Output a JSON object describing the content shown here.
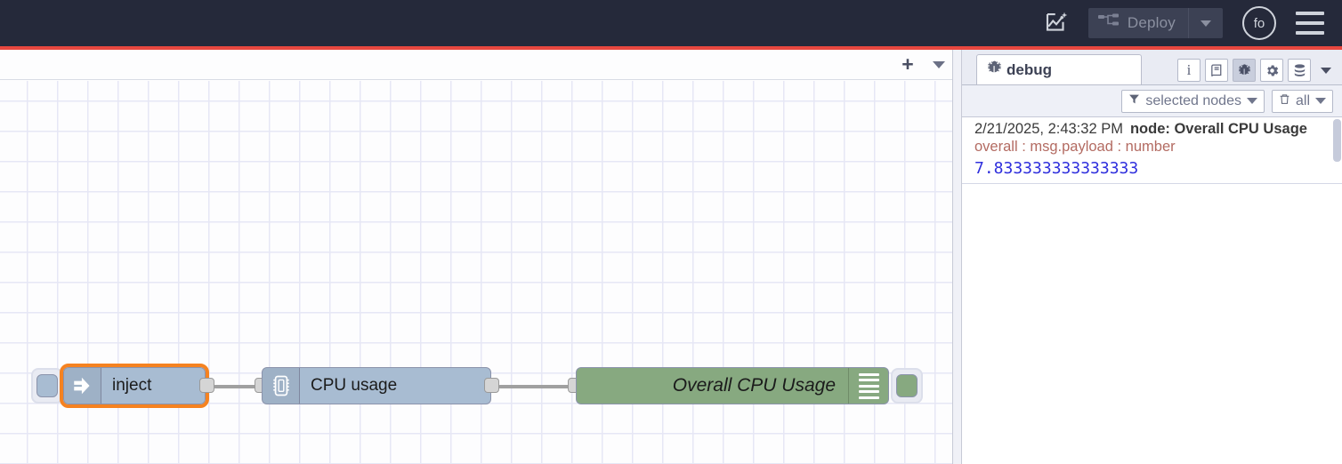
{
  "header": {
    "flow_gen_icon": "flow-sparkle-icon",
    "deploy_label": "Deploy",
    "deploy_icon": "deploy-nodes-icon",
    "user_initials": "fo",
    "menu_icon": "hamburger-menu-icon"
  },
  "canvas": {
    "add_tab_icon": "plus-icon",
    "tab_menu_icon": "chevron-down-icon",
    "nodes": [
      {
        "id": "inject",
        "label": "inject",
        "icon": "inject-arrow-icon",
        "color": "#a8bcd2",
        "selected": true,
        "button": "inject-trigger-button"
      },
      {
        "id": "cpu",
        "label": "CPU usage",
        "icon": "cpu-chip-icon",
        "color": "#a8bcd2",
        "selected": false
      },
      {
        "id": "debug",
        "label": "Overall CPU Usage",
        "icon": "debug-lines-icon",
        "color": "#87a980",
        "selected": false,
        "button": "debug-enable-button"
      }
    ]
  },
  "sidebar": {
    "tab": {
      "label": "debug",
      "icon": "bug-icon"
    },
    "tab_icons": [
      {
        "name": "info-icon",
        "glyph": "i",
        "active": false
      },
      {
        "name": "help-book-icon",
        "glyph": "book",
        "active": false
      },
      {
        "name": "debug-bug-icon",
        "glyph": "bug",
        "active": true
      },
      {
        "name": "config-gear-icon",
        "glyph": "gear",
        "active": false
      },
      {
        "name": "context-data-icon",
        "glyph": "stack",
        "active": false
      }
    ],
    "tabs_more_icon": "chevron-down-icon",
    "toolbar": {
      "filter_icon": "funnel-icon",
      "filter_label": "selected nodes",
      "clear_icon": "trash-icon",
      "clear_label": "all"
    },
    "messages": [
      {
        "timestamp": "2/21/2025, 2:43:32 PM",
        "node": "node: Overall CPU Usage",
        "topic": "overall : msg.payload : number",
        "value": "7.833333333333333"
      }
    ]
  },
  "colors": {
    "header_bg": "#25293a",
    "header_accent": "#e8473f",
    "node_blue": "#a8bcd2",
    "node_green": "#87a980",
    "selection_orange": "#f58220",
    "debug_value_blue": "#2f2fdd",
    "debug_topic_red": "#b36b62"
  }
}
